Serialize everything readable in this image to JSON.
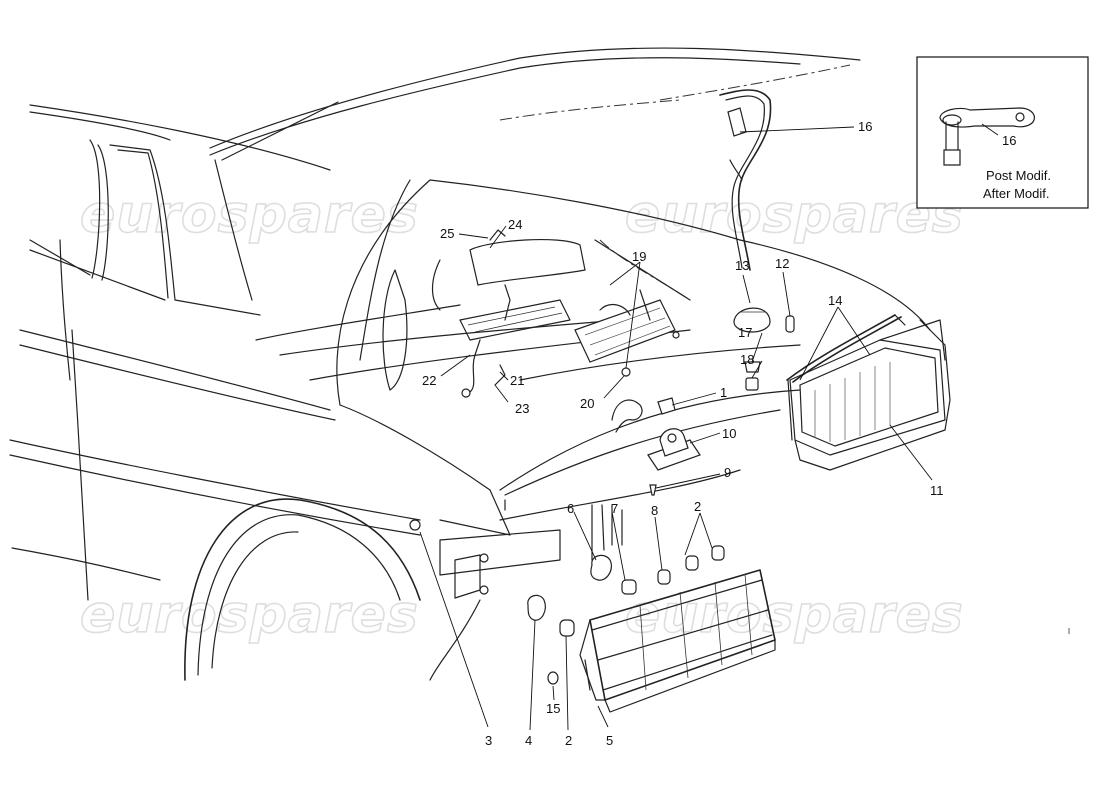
{
  "watermark": {
    "text": "eurospares"
  },
  "callouts": [
    {
      "id": "c1",
      "label": "1"
    },
    {
      "id": "c2a",
      "label": "2"
    },
    {
      "id": "c2b",
      "label": "2"
    },
    {
      "id": "c3",
      "label": "3"
    },
    {
      "id": "c4",
      "label": "4"
    },
    {
      "id": "c5",
      "label": "5"
    },
    {
      "id": "c6",
      "label": "6"
    },
    {
      "id": "c7",
      "label": "7"
    },
    {
      "id": "c8",
      "label": "8"
    },
    {
      "id": "c9",
      "label": "9"
    },
    {
      "id": "c10",
      "label": "10"
    },
    {
      "id": "c11",
      "label": "11"
    },
    {
      "id": "c12",
      "label": "12"
    },
    {
      "id": "c13",
      "label": "13"
    },
    {
      "id": "c14",
      "label": "14"
    },
    {
      "id": "c15",
      "label": "15"
    },
    {
      "id": "c16",
      "label": "16"
    },
    {
      "id": "c17",
      "label": "17"
    },
    {
      "id": "c18",
      "label": "18"
    },
    {
      "id": "c19",
      "label": "19"
    },
    {
      "id": "c20",
      "label": "20"
    },
    {
      "id": "c21",
      "label": "21"
    },
    {
      "id": "c22",
      "label": "22"
    },
    {
      "id": "c23",
      "label": "23"
    },
    {
      "id": "c24",
      "label": "24"
    },
    {
      "id": "c25",
      "label": "25"
    }
  ],
  "inset": {
    "part_label": "16",
    "line1": "Post Modif.",
    "line2": "After Modif."
  }
}
